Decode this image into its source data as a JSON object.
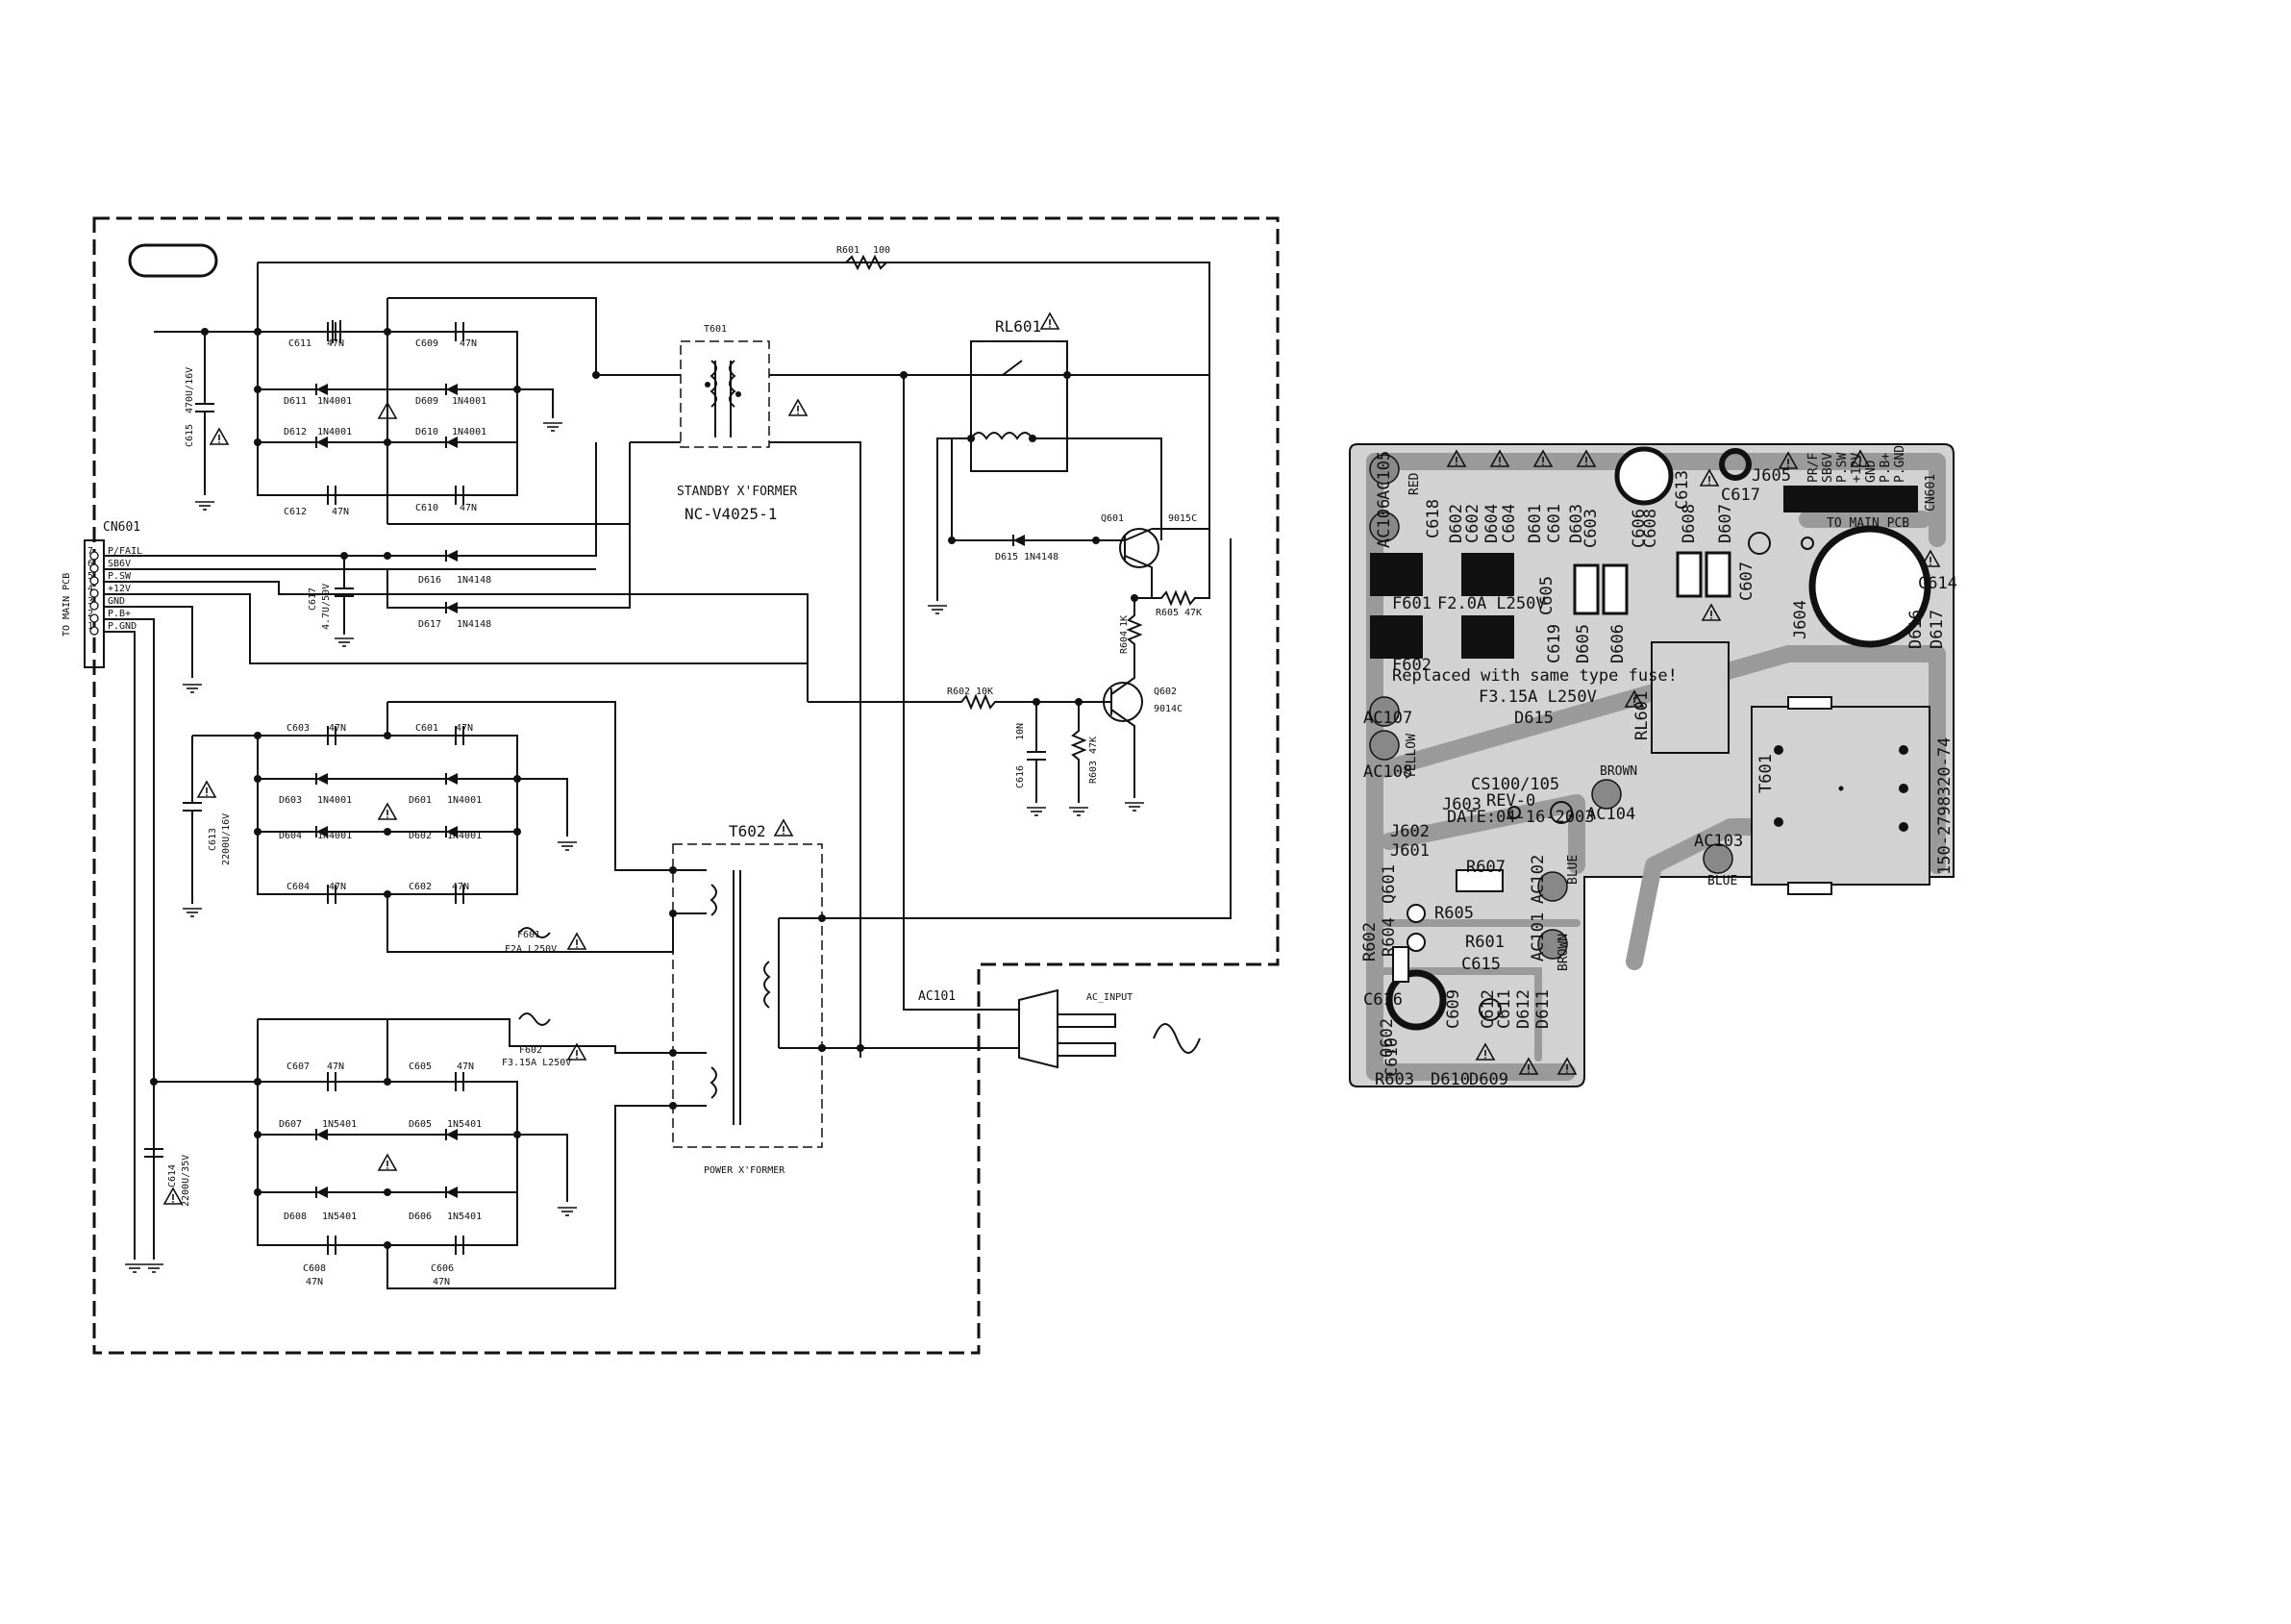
{
  "schematic": {
    "connector": {
      "ref": "CN601",
      "side_label": "TO MAIN PCB",
      "pins": [
        {
          "num": "7",
          "name": "P/FAIL"
        },
        {
          "num": "6",
          "name": "SB6V"
        },
        {
          "num": "5",
          "name": "P.SW"
        },
        {
          "num": "4",
          "name": "+12V"
        },
        {
          "num": "3",
          "name": "GND"
        },
        {
          "num": "2",
          "name": "P.B+"
        },
        {
          "num": "1",
          "name": "P.GND"
        }
      ]
    },
    "standby_section": {
      "caps": [
        {
          "ref": "C611",
          "val": "47N"
        },
        {
          "ref": "C609",
          "val": "47N"
        },
        {
          "ref": "C612",
          "val": "47N"
        },
        {
          "ref": "C610",
          "val": "47N"
        }
      ],
      "diodes": [
        {
          "ref": "D611",
          "val": "1N4001"
        },
        {
          "ref": "D609",
          "val": "1N4001"
        },
        {
          "ref": "D612",
          "val": "1N4001"
        },
        {
          "ref": "D610",
          "val": "1N4001"
        },
        {
          "ref": "D616",
          "val": "1N4148"
        },
        {
          "ref": "D617",
          "val": "1N4148"
        }
      ],
      "filter_cap": {
        "ref": "C615",
        "val": "470U/16V"
      },
      "small_cap": {
        "ref": "C617",
        "val": "4.7U/50V"
      },
      "resistor": {
        "ref": "R601",
        "val": "100"
      },
      "transformer": {
        "ref": "T601",
        "name": "STANDBY X'FORMER",
        "part": "NC-V4025-1"
      }
    },
    "relay": {
      "ref": "RL601",
      "diode": {
        "ref": "D615",
        "val": "1N4148"
      },
      "q601": {
        "ref": "Q601",
        "val": "9015C"
      },
      "q602": {
        "ref": "Q602",
        "val": "9014C"
      },
      "r605": {
        "ref": "R605",
        "val": "47K"
      },
      "r604": {
        "ref": "R604",
        "val": "1K"
      },
      "r602": {
        "ref": "R602",
        "val": "10K"
      },
      "r603": {
        "ref": "R603",
        "val": "47K"
      },
      "c616": {
        "ref": "C616",
        "val": "10N"
      }
    },
    "mid_section": {
      "caps": [
        {
          "ref": "C603",
          "val": "47N"
        },
        {
          "ref": "C601",
          "val": "47N"
        },
        {
          "ref": "C604",
          "val": "47N"
        },
        {
          "ref": "C602",
          "val": "47N"
        }
      ],
      "diodes": [
        {
          "ref": "D603",
          "val": "1N4001"
        },
        {
          "ref": "D601",
          "val": "1N4001"
        },
        {
          "ref": "D604",
          "val": "1N4001"
        },
        {
          "ref": "D602",
          "val": "1N4001"
        }
      ],
      "filter_cap": {
        "ref": "C613",
        "val": "2200U/16V"
      },
      "fuse": {
        "ref": "F601",
        "val": "F2A  L250V"
      }
    },
    "power_section": {
      "caps": [
        {
          "ref": "C607",
          "val": "47N"
        },
        {
          "ref": "C605",
          "val": "47N"
        },
        {
          "ref": "C608",
          "val": "47N"
        },
        {
          "ref": "C606",
          "val": "47N"
        }
      ],
      "diodes": [
        {
          "ref": "D607",
          "val": "1N5401"
        },
        {
          "ref": "D605",
          "val": "1N5401"
        },
        {
          "ref": "D608",
          "val": "1N5401"
        },
        {
          "ref": "D606",
          "val": "1N5401"
        }
      ],
      "filter_cap": {
        "ref": "C614",
        "val": "2200U/35V"
      },
      "fuse": {
        "ref": "F602",
        "val": "F3.15A  L250V"
      }
    },
    "t602": {
      "ref": "T602",
      "name": "POWER X'FORMER"
    },
    "ac": {
      "ref": "AC101",
      "input": "AC_INPUT"
    }
  },
  "pcb": {
    "fuse_note": "Replaced with same type fuse!",
    "board_name": "CS100/105",
    "rev": "REV-0",
    "date": "DATE:04-16-2003",
    "part_no": "150-2798320-74",
    "to_main": "TO MAIN PCB",
    "connector_pins": [
      "PR/F",
      "SB6V",
      "P.SW",
      "+12V",
      "GND",
      "P.B+",
      "P.GND"
    ],
    "cn_ref": "CN601",
    "labels": {
      "ac105": "AC105",
      "red": "RED",
      "ac106": "AC106",
      "c618": "C618",
      "d602": "D602",
      "c602": "C602",
      "d604": "D604",
      "c604": "C604",
      "d601": "D601",
      "c601": "C601",
      "d603": "D603",
      "c603": "C603",
      "c613": "C613",
      "j605": "J605",
      "c617": "C617",
      "f601": "F601",
      "f601v": "F2.0A  L250V",
      "c605": "C605",
      "c606": "C606",
      "c608": "C608",
      "d608": "D608",
      "d607": "D607",
      "c607": "C607",
      "c619": "C619",
      "d605": "D605",
      "d606": "D606",
      "j604": "J604",
      "c614": "C614",
      "d616": "D616",
      "d617": "D617",
      "f602": "F602",
      "f602v": "F3.15A  L250V",
      "d615": "D615",
      "ac107": "AC107",
      "yellow": "YELLOW",
      "ac108": "AC108",
      "rl601": "RL601",
      "brown1": "BROWN",
      "ac104": "AC104",
      "t601": "T601",
      "j603": "J603",
      "j602": "J602",
      "j601": "J601",
      "r607": "R607",
      "ac102": "AC102",
      "blue1": "BLUE",
      "ac103": "AC103",
      "blue2": "BLUE",
      "q601": "Q601",
      "r604": "R604",
      "r605": "R605",
      "r601": "R601",
      "r602": "R602",
      "c615": "C615",
      "ac101": "AC101",
      "brown2": "BROWN",
      "c616": "C616",
      "c609": "C609",
      "c612": "C612",
      "c611": "C611",
      "d612": "D612",
      "d611": "D611",
      "q602": "Q602",
      "c610": "C610",
      "d610": "D610",
      "d609": "D609",
      "r603": "R603"
    }
  },
  "colors": {
    "ink": "#111111",
    "trace": "#9a9a9a",
    "pad": "#888888",
    "paper": "#ffffff"
  }
}
